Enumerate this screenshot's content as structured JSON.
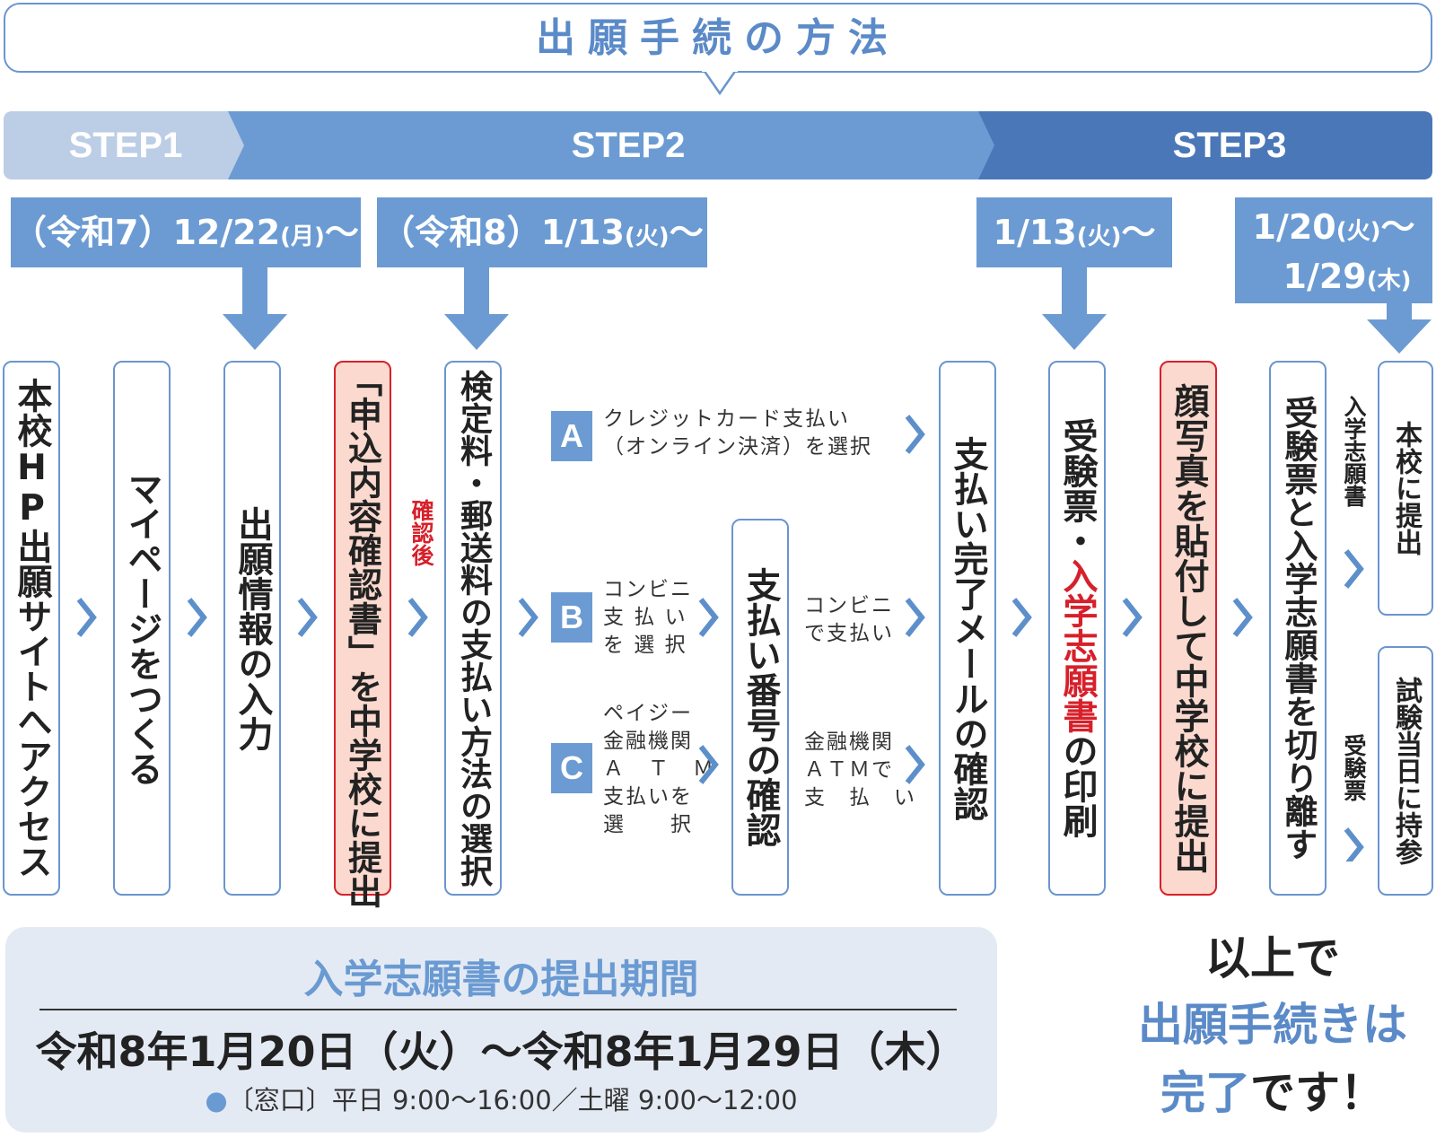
{
  "title": "出願手続の方法",
  "steps": [
    "STEP1",
    "STEP2",
    "STEP3"
  ],
  "colors": {
    "step1": "#bccde6",
    "step2": "#6b9bd2",
    "step3": "#4a77b8",
    "accent": "#5b8ac8",
    "red": "#d7202a"
  },
  "dates": {
    "d1": {
      "main": "（令和7）12/22",
      "wd": "(月)",
      "tail": "～"
    },
    "d2": {
      "main": "（令和8）1/13",
      "wd": "(火)",
      "tail": "～"
    },
    "d3": {
      "main": "1/13",
      "wd": "(火)",
      "tail": "～"
    },
    "d4a": {
      "main": "1/20",
      "wd": "(火)",
      "tail": "～"
    },
    "d4b": {
      "main": "1/29",
      "wd": "(木)",
      "tail": ""
    }
  },
  "boxes": {
    "b1": "本校HP出願サイトへアクセス",
    "b2": "マイページをつくる",
    "b3": "出願情報の入力",
    "b4": "「申込内容確認書」を中学校に提出",
    "b4_after": "確認後",
    "b5": "検定料・郵送料の支払い方法の選択",
    "b6": "支払い番号の確認",
    "b7": "支払い完了メールの確認",
    "b8_a": "受験票・",
    "b8_b": "入学志願書",
    "b8_c": "の印刷",
    "b9": "顔写真を貼付して中学校に提出",
    "b10": "受験票と入学志願書を切り離す",
    "b10_sub1": "入学志願書",
    "b10_sub2": "受験票",
    "b11": "本校に提出",
    "b12": "試験当日に持参"
  },
  "options": {
    "a_label": "A",
    "a_line1": "クレジットカード支払い",
    "a_line2": "（オンライン決済）を選択",
    "b_label": "B",
    "b_line1": "コンビニ",
    "b_line2": "支 払 い",
    "b_line3": "を 選 択",
    "c_label": "C",
    "c_line1": "ペイジー",
    "c_line2": "金融機関",
    "c_line3": "Ａ　Ｔ　Ｍ",
    "c_line4": "支払いを",
    "c_line5": "選　　択",
    "pay_b1": "コンビニ",
    "pay_b2": "で支払い",
    "pay_c1": "金融機関",
    "pay_c2": "ＡＴＭで",
    "pay_c3": "支　払　い"
  },
  "period": {
    "title": "入学志願書の提出期間",
    "dates": "令和8年1月20日（火）～令和8年1月29日（木）",
    "hours": "〔窓口〕平日 9:00～16:00／土曜 9:00～12:00"
  },
  "finish": {
    "line1": "以上で",
    "line2": "出願手続きは",
    "line3_blue": "完了",
    "line3_rest": "です！"
  }
}
